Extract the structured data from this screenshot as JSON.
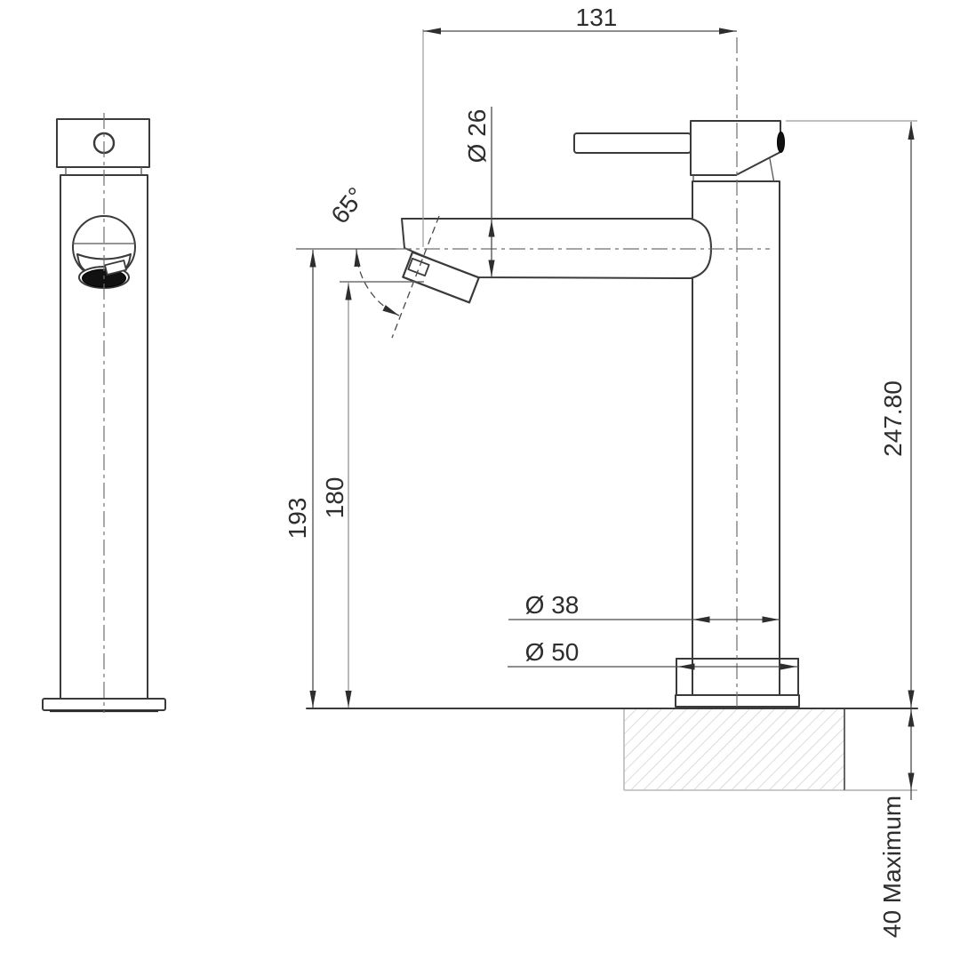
{
  "drawing": {
    "dimensions": {
      "spout_reach": "131",
      "spout_diameter": "Ø 26",
      "outlet_angle": "65°",
      "height_spout_centre": "193",
      "height_outlet": "180",
      "overall_height": "247.80",
      "body_diameter": "Ø 38",
      "base_diameter": "Ø 50",
      "bench_thickness": "40 Maximum"
    },
    "colors": {
      "object_line": "#3a3a3a",
      "dimension_line": "#4a4a4a",
      "extension_line": "#9a9a9a",
      "hatch": "#cccccc",
      "background": "#ffffff"
    }
  }
}
